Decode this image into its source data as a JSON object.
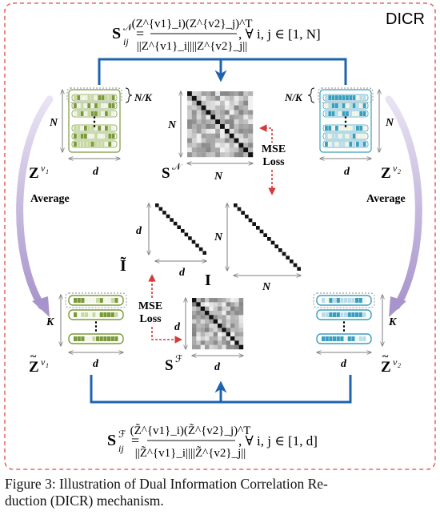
{
  "diagram": {
    "title_tag": "DICR",
    "formula_top": {
      "lhs_main": "S",
      "lhs_sup": "𝒩",
      "lhs_sub": "ij",
      "numerator": "(Z^{v1}_i)(Z^{v2}_j)^T",
      "denominator": "||Z^{v1}_i||||Z^{v2}_j||",
      "quantifier": ", ∀ i, j ∈ [1, N]"
    },
    "formula_bottom": {
      "lhs_main": "S",
      "lhs_sup": "ℱ",
      "lhs_sub": "ij",
      "numerator": "(Z̃^{v1}_i)(Z̃^{v2}_j)^T",
      "denominator": "||Z̃^{v1}_i||||Z̃^{v2}_j||",
      "quantifier": ", ∀ i, j ∈ [1, d]"
    },
    "labels": {
      "n_over_k": "N/K",
      "n": "N",
      "d": "d",
      "k": "K",
      "average": "Average",
      "mse": "MSE",
      "loss": "Loss",
      "ellipsis": "⋮"
    },
    "symbols": {
      "z": "Z",
      "v1": "v",
      "v1_sub": "1",
      "v2": "v",
      "v2_sub": "2",
      "s": "S",
      "s_n_sup": "𝒩",
      "s_f_sup": "ℱ",
      "i_tilde": "Ĩ",
      "i": "I",
      "tilde": "~"
    },
    "colors": {
      "green": "#7a9a3a",
      "green_light": "#c8d9a3",
      "cyan": "#3a9fbe",
      "cyan_light": "#b9dde8",
      "blue_arrow": "#1f63b0",
      "red_dash": "#d43b3b",
      "purple": "#b6a7d3",
      "gray_arrow": "#7f7f7f"
    }
  },
  "caption": {
    "line1": "Figure 3: Illustration of Dual Information Correlation Re-",
    "line2": "duction (DICR) mechanism."
  }
}
